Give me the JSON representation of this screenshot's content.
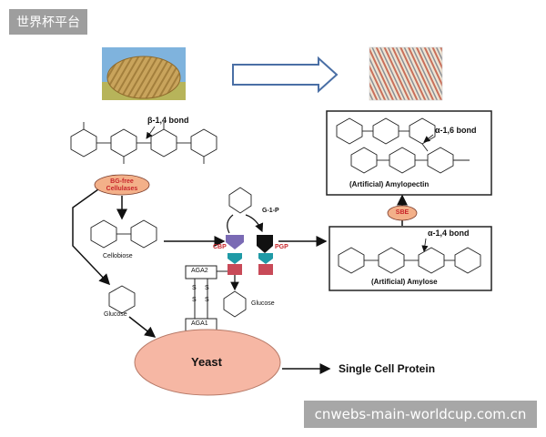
{
  "site_tag": "世界杯平台",
  "watermark": "cnwebs-main-worldcup.com.cn",
  "labels": {
    "beta_bond": "β-1,4 bond",
    "alpha16_bond": "α-1,6 bond",
    "alpha14_bond": "α-1,4 bond",
    "enzyme_bg_line1": "BG-free",
    "enzyme_bg_line2": "Cellulases",
    "cellobiose": "Cellobiose",
    "glucose_left": "Glucose",
    "glucose_mid": "Glucose",
    "g1p": "G-1-P",
    "cbp": "CBP",
    "pgp": "PGP",
    "aga2": "AGA2",
    "aga1": "AGA1",
    "s": "S",
    "sbe": "SBE",
    "amylopectin": "(Artificial) Amylopectin",
    "amylose": "(Artificial) Amylose",
    "yeast": "Yeast",
    "scp": "Single Cell Protein"
  },
  "colors": {
    "enzyme_pill": "#f3b089",
    "enzyme_text": "#c8252a",
    "yeast": "#f6b7a4",
    "cbp": "#7a6ab4",
    "pgp": "#c8252a",
    "receptor": "#1f9aa6",
    "anchor": "#c84a58"
  },
  "icons": {
    "hay_bale": "hay-bale-photo",
    "starch_noodles": "starch-noodles-photo"
  }
}
